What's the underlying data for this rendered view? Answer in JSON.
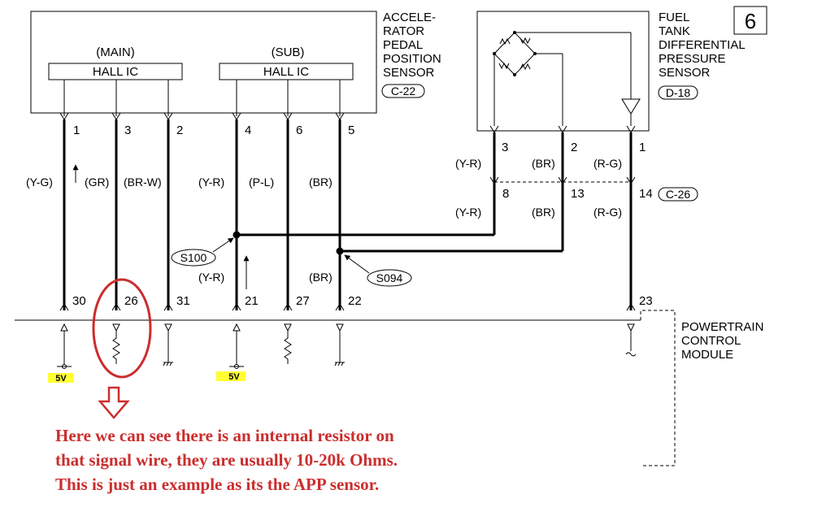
{
  "page_number": "6",
  "app_sensor": {
    "title_lines": [
      "ACCELE-",
      "RATOR",
      "PEDAL",
      "POSITION",
      "SENSOR"
    ],
    "connector": "C-22",
    "main_label": "(MAIN)",
    "sub_label": "(SUB)",
    "ic_label": "HALL IC",
    "pins": [
      "1",
      "3",
      "2",
      "4",
      "6",
      "5"
    ]
  },
  "fuel_sensor": {
    "title_lines": [
      "FUEL",
      "TANK",
      "DIFFERENTIAL",
      "PRESSURE",
      "SENSOR"
    ],
    "connector": "D-18",
    "pins": [
      "3",
      "2",
      "1"
    ]
  },
  "intermediate_connector": {
    "connector": "C-26",
    "pins": [
      "8",
      "13",
      "14"
    ]
  },
  "wire_colors": {
    "w1": "(Y-G)",
    "w3": "(GR)",
    "w2": "(BR-W)",
    "w4": "(Y-R)",
    "w6": "(P-L)",
    "w5": "(BR)",
    "f3": "(Y-R)",
    "f2": "(BR)",
    "f1": "(R-G)",
    "c8": "(Y-R)",
    "c13": "(BR)",
    "c14": "(R-G)",
    "p21": "(Y-R)",
    "p22": "(BR)"
  },
  "splices": {
    "s100": "S100",
    "s094": "S094"
  },
  "pcm": {
    "title_lines": [
      "POWERTRAIN",
      "CONTROL",
      "MODULE"
    ],
    "pins": [
      "30",
      "26",
      "31",
      "21",
      "27",
      "22",
      "23"
    ],
    "supply_label": "5V"
  },
  "annotation": {
    "lines": [
      "Here we can see there is an internal resistor on",
      "that signal wire, they are usually 10-20k Ohms.",
      "This is just an example as its the APP sensor."
    ],
    "color": "#cc2d2d"
  },
  "colors": {
    "highlight": "#ffff33",
    "annotation": "#cc2d2d"
  }
}
